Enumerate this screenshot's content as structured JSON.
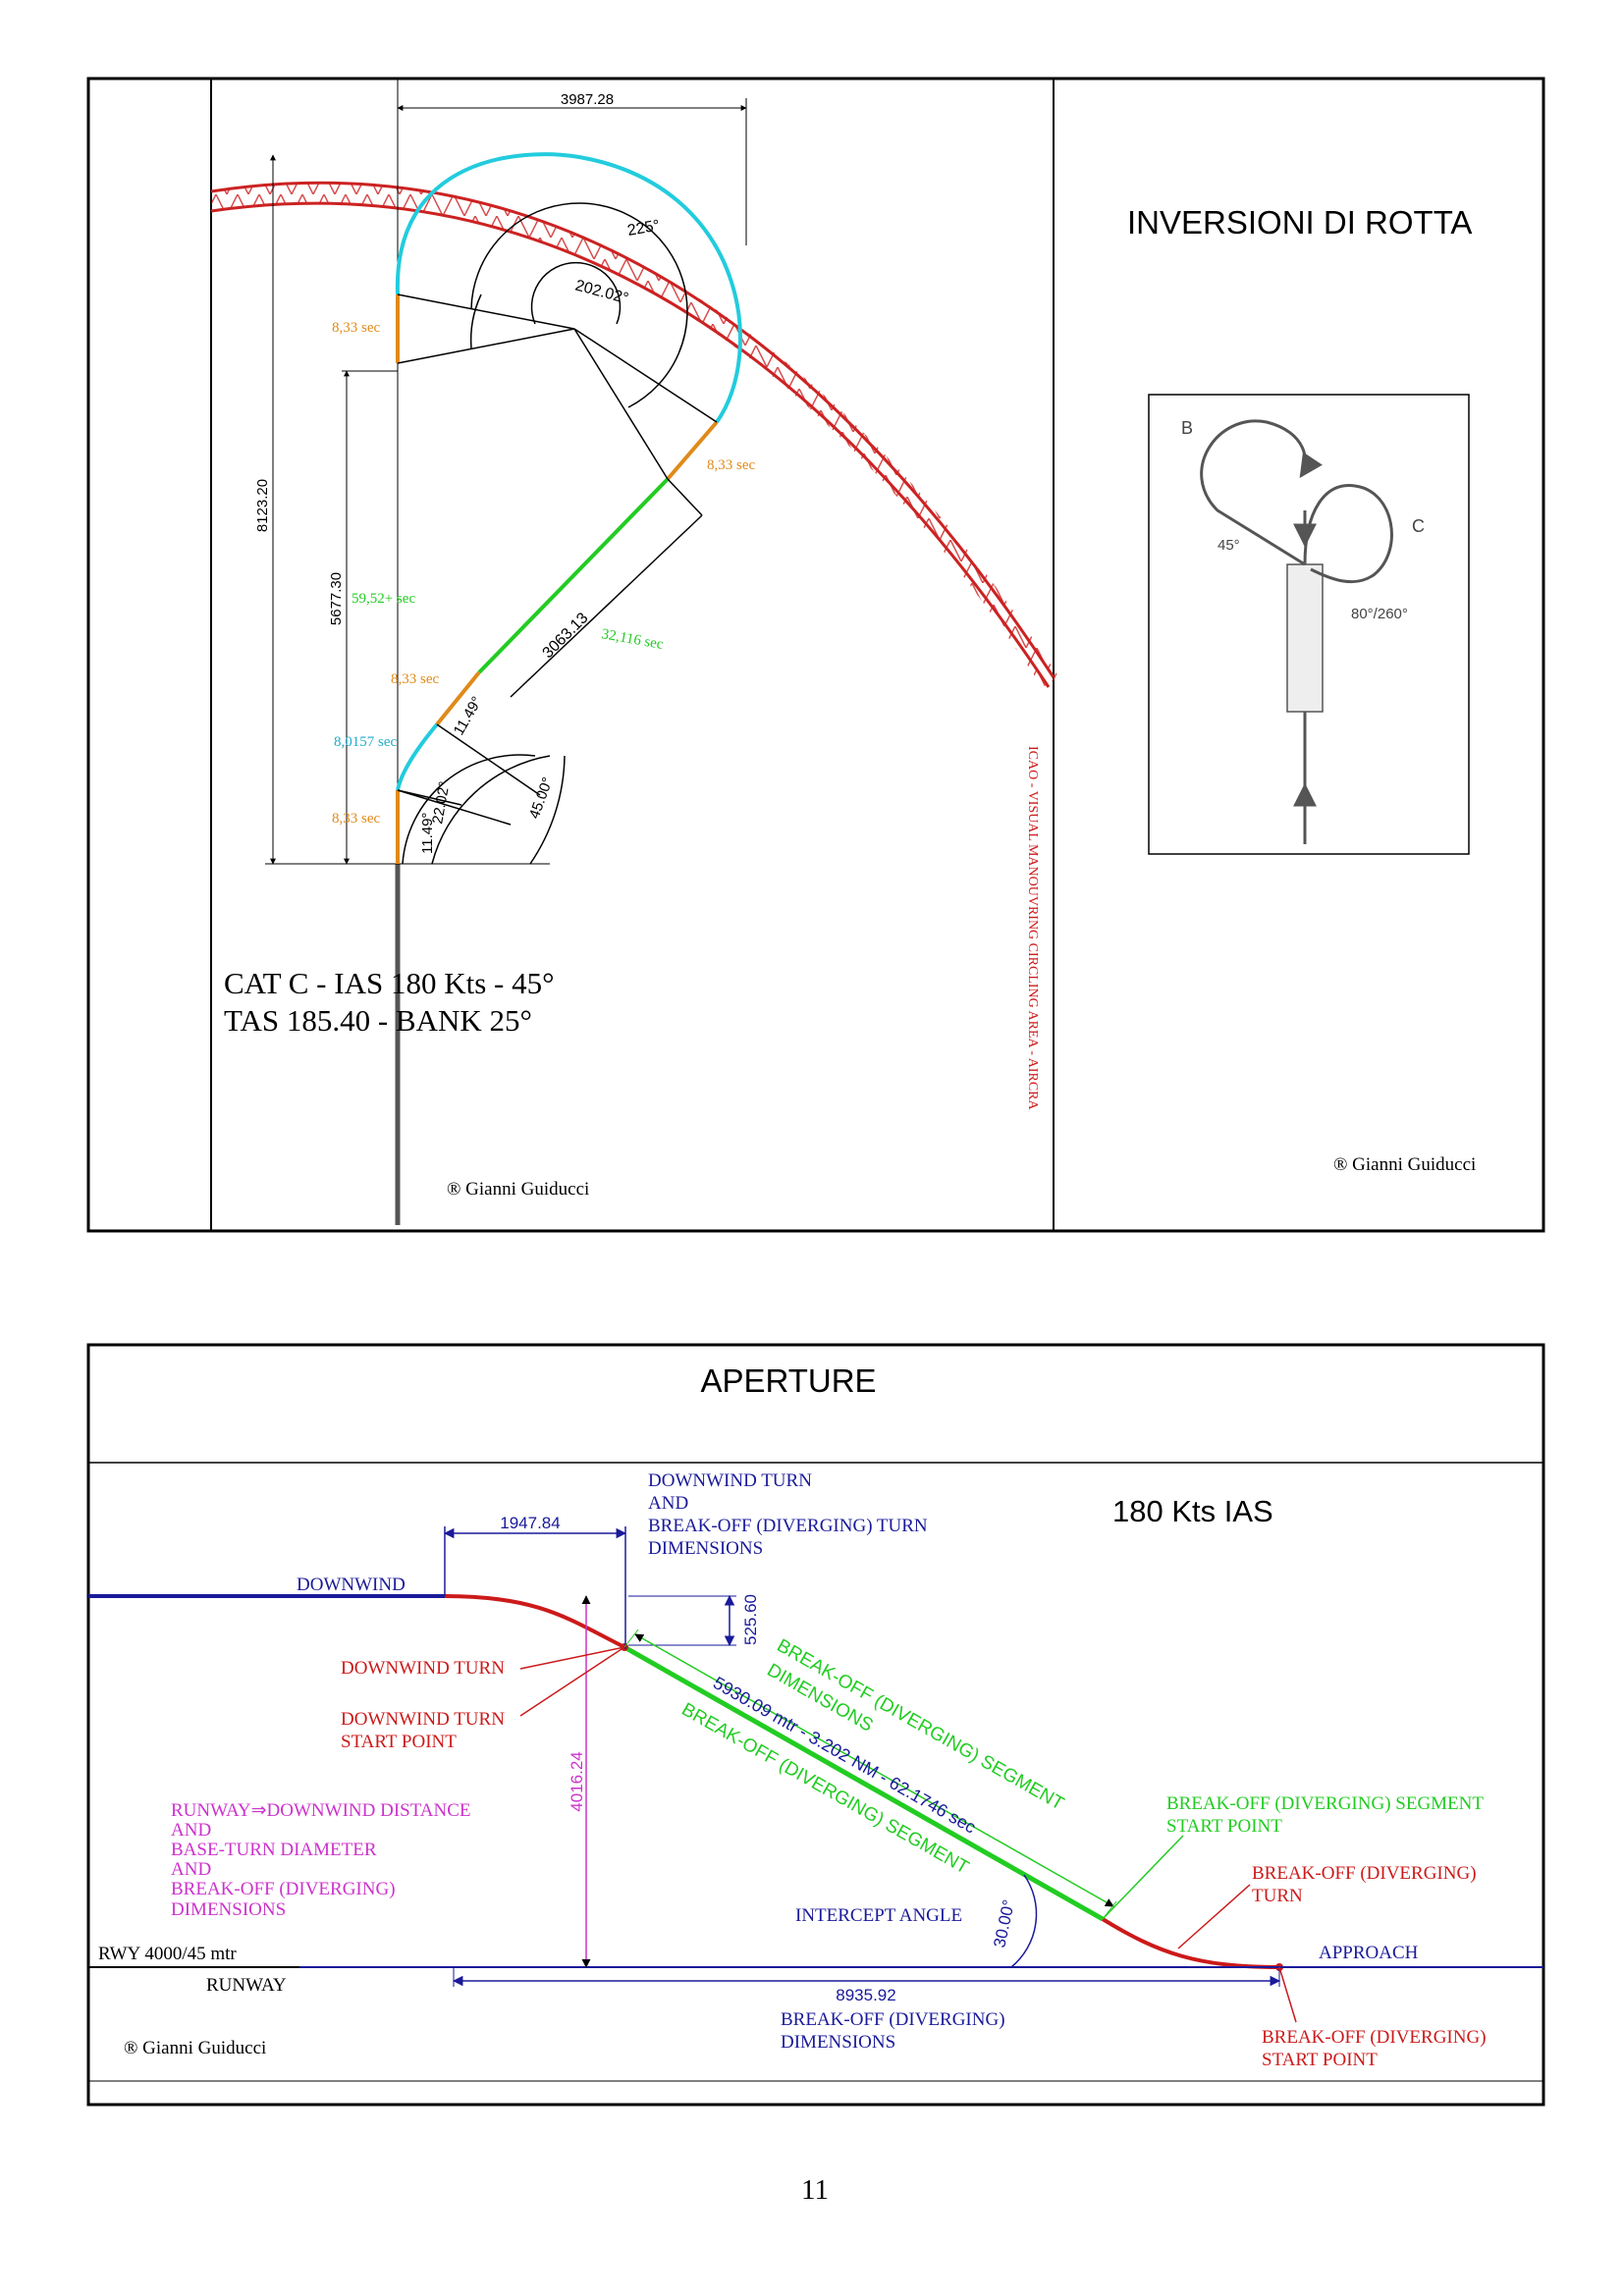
{
  "top_panel": {
    "dim_width": "3987.28",
    "dim_height_total": "8123.20",
    "dim_height_partial": "5677.30",
    "angle_225": "225°",
    "angle_202": "202.02°",
    "sec_833_a": "8,33 sec",
    "sec_833_b": "8,33 sec",
    "sec_833_c": "8,33 sec",
    "sec_833_d": "8,33 sec",
    "sec_5952": "59,52+ sec",
    "sec_80157": "8,0157 sec",
    "sec_32116": "32,116 sec",
    "dim_3063": "3063.13",
    "angle_1149_a": "11.49°",
    "angle_2202": "22.02°",
    "angle_1149_b": "11.49°",
    "angle_4500": "45.00°",
    "cat_line1": "CAT C - IAS 180 Kts - 45°",
    "cat_line2": "TAS 185.40 - BANK 25°",
    "copyright_left": "® Gianni Guiducci",
    "vertical_caption": "ICAO - VISUAL MANOUVRING CIRCLING AREA - AIRCRA",
    "title_right": "INVERSIONI DI ROTTA",
    "inset_b": "B",
    "inset_c": "C",
    "inset_45": "45°",
    "inset_80260": "80°/260°",
    "copyright_right": "® Gianni Guiducci"
  },
  "bottom_panel": {
    "title": "APERTURE",
    "speed": "180 Kts IAS",
    "dw_turn_dims_1": "DOWNWIND TURN",
    "dw_turn_dims_2": "AND",
    "dw_turn_dims_3": "BREAK-OFF (DIVERGING) TURN",
    "dw_turn_dims_4": "DIMENSIONS",
    "dim_1947": "1947.84",
    "dim_525": "525.60",
    "downwind": "DOWNWIND",
    "downwind_turn": "DOWNWIND TURN",
    "dw_start_1": "DOWNWIND TURN",
    "dw_start_2": "START POINT",
    "bo_dims_1": "BREAK-OFF (DIVERGING)",
    "bo_dims_2": "DIMENSIONS",
    "segment_measure": "5930.09 mtr - 3.202 NM - 62.1746 sec",
    "bo_segment": "BREAK-OFF (DIVERGING) SEGMENT",
    "bo_seg_start_1": "BREAK-OFF (DIVERGING) SEGMENT",
    "bo_seg_start_2": "START POINT",
    "bo_turn_1": "BREAK-OFF (DIVERGING)",
    "bo_turn_2": "TURN",
    "rwy_dist_1": "RUNWAY⇒DOWNWIND DISTANCE",
    "rwy_dist_2": "AND",
    "rwy_dist_3": "BASE-TURN DIAMETER",
    "rwy_dist_4": "AND",
    "rwy_dist_5": "BREAK-OFF (DIVERGING)",
    "rwy_dist_6": "DIMENSIONS",
    "dim_4016": "4016.24",
    "intercept_angle": "INTERCEPT ANGLE",
    "angle_30": "30.00°",
    "approach": "APPROACH",
    "rwy_label": "RWY 4000/45 mtr",
    "runway": "RUNWAY",
    "dim_8935": "8935.92",
    "bo_dims_b1": "BREAK-OFF (DIVERGING)",
    "bo_dims_b2": "DIMENSIONS",
    "bo_start_1": "BREAK-OFF (DIVERGING)",
    "bo_start_2": "START POINT",
    "copyright": "® Gianni Guiducci"
  },
  "page_number": "11",
  "colors": {
    "blue": "#1a1a9a",
    "red": "#cc1a1a",
    "green": "#22cc22",
    "cyan": "#22ccdd",
    "orange": "#e08a1a",
    "magenta": "#cc33cc"
  }
}
